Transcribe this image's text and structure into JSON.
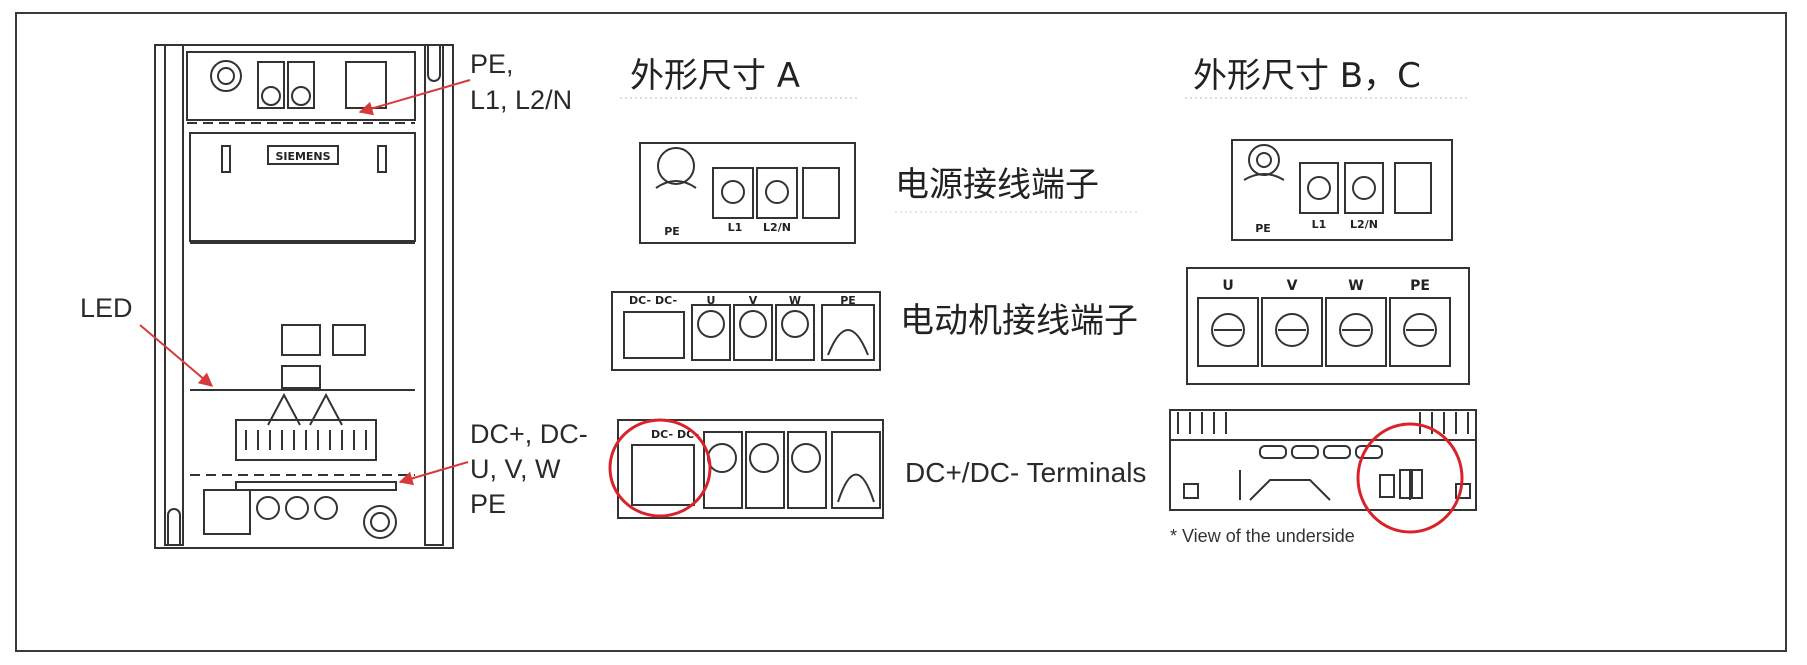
{
  "left_callouts": {
    "pe_line1": "PE,",
    "pe_line2": "L1, L2/N",
    "led": "LED",
    "dc_line1": "DC+, DC-",
    "dc_line2": "U, V, W",
    "dc_line3": "PE"
  },
  "device": {
    "brand": "SIEMENS"
  },
  "headers": {
    "size_a": "外形尺寸 A",
    "size_bc": "外形尺寸 B，C"
  },
  "rows": {
    "power_terminals": "电源接线端子",
    "motor_terminals": "电动机接线端子",
    "dc_terminals": "DC+/DC- Terminals"
  },
  "terminal_labels": {
    "power_a": [
      "PE",
      "L1",
      "L2/N"
    ],
    "motor_a": [
      "DC-",
      "DC-",
      "U",
      "V",
      "W",
      "PE"
    ],
    "power_bc": [
      "PE",
      "L1",
      "L2/N"
    ],
    "motor_bc": [
      "U",
      "V",
      "W",
      "PE"
    ]
  },
  "underside_note": "* View of the underside",
  "colors": {
    "callout_arrow": "#d63a3a",
    "highlight_circle": "#d8232a",
    "line": "#333333"
  }
}
